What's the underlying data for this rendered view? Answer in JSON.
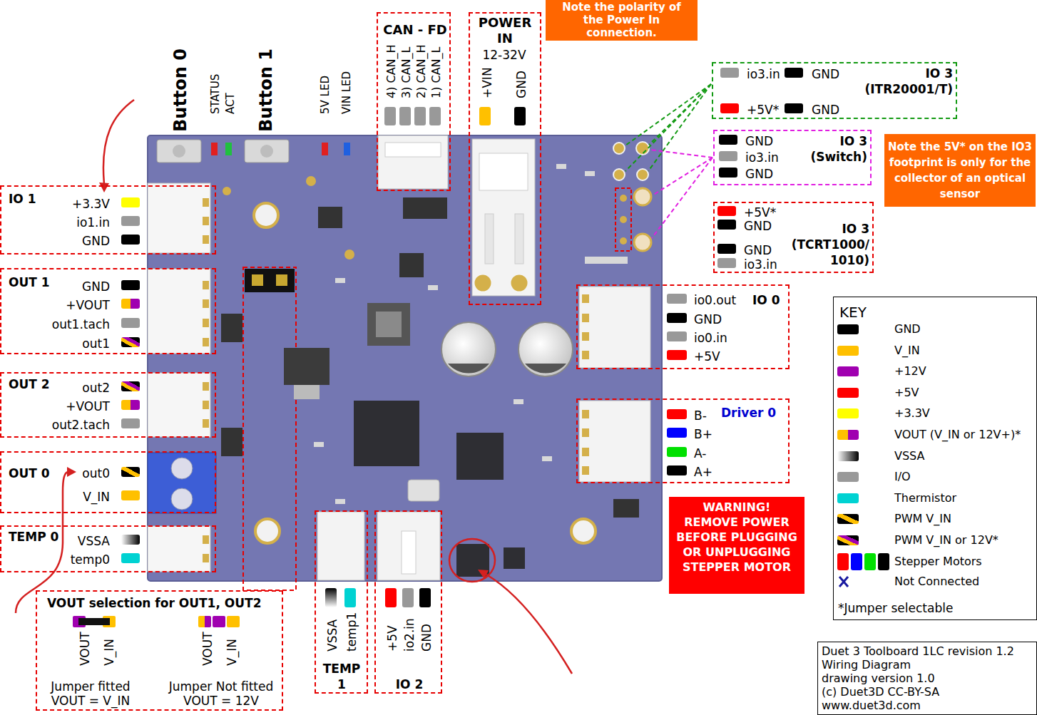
{
  "diagram": {
    "nodes": [
      {
        "text": [
          "Note the polarity of the Power In connection."
        ]
      },
      {
        "text": [
          "CAN - FD",
          "4) CAN_H",
          "3) CAN_L",
          "2) CAN_H",
          "1) CAN_L"
        ]
      },
      {
        "text": [
          "POWER IN",
          "12-32V",
          "+VIN",
          "GND"
        ]
      },
      {
        "text": [
          "IO 3 (ITR20001/T)",
          "io3.in",
          "GND",
          "+5V*",
          "GND"
        ]
      },
      {
        "text": [
          "IO 3 (Switch)",
          "GND",
          "io3.in",
          "GND"
        ]
      },
      {
        "text": [
          "Note the 5V* on the IO3 footprint is only for the collector of an optical sensor"
        ]
      },
      {
        "text": [
          "IO 3 (TCRT1000/ 1010)",
          "+5V*",
          "GND",
          "GND",
          "io3.in"
        ]
      },
      {
        "text": [
          "IO 1",
          "+3.3V",
          "io1.in",
          "GND"
        ]
      },
      {
        "text": [
          "OUT 1",
          "GND",
          "+VOUT",
          "out1.tach",
          "out1"
        ]
      },
      {
        "text": [
          "IO 0",
          "io0.out",
          "GND",
          "io0.in",
          "+5V"
        ]
      },
      {
        "text": [
          "OUT 2",
          "out2",
          "+VOUT",
          "out2.tach"
        ]
      },
      {
        "text": [
          "Driver 0",
          "B-",
          "B+",
          "A-",
          "A+"
        ]
      },
      {
        "text": [
          "KEY",
          "*Jumper selectable"
        ]
      },
      {
        "text": [
          "OUT 0",
          "out0",
          "V_IN"
        ]
      },
      {
        "text": [
          "WARNING! REMOVE POWER BEFORE PLUGGING OR UNPLUGGING STEPPER MOTOR"
        ]
      },
      {
        "text": [
          "TEMP 0",
          "VSSA",
          "temp0"
        ]
      },
      {
        "text": [
          "VSSA",
          "temp1",
          "TEMP 1"
        ]
      },
      {
        "text": [
          "+5V",
          "io2.in",
          "GND",
          "IO 2"
        ]
      },
      {
        "text": [
          "VOUT selection for OUT1, OUT2",
          "VOUT",
          "V_IN",
          "Jumper fitted VOUT = V_IN",
          "VOUT",
          "V_IN",
          "Jumper Not fitted VOUT = 12V"
        ]
      },
      {
        "text": [
          "Duet 3 Toolboard 1LC revision 1.2",
          "Wiring Diagram",
          "drawing version 1.0",
          "(c) Duet3D CC-BY-SA",
          "www.duet3d.com"
        ]
      }
    ],
    "labels": [
      "Button 0",
      "STATUS",
      "ACT",
      "Button 1",
      "5V LED",
      "VIN LED"
    ],
    "legend": [
      {
        "text": "GND",
        "color": "#000000"
      },
      {
        "text": "V_IN",
        "color": "#ffc000"
      },
      {
        "text": "+12V",
        "color": "#a000b0"
      },
      {
        "text": "+5V",
        "color": "#ff0000"
      },
      {
        "text": "+3.3V",
        "color": "#ffff00"
      },
      {
        "text": "VOUT (V_IN or 12V+)*"
      },
      {
        "text": "VSSA"
      },
      {
        "text": "I/O",
        "color": "#999999"
      },
      {
        "text": "Thermistor",
        "color": "#00d2d2"
      },
      {
        "text": "PWM V_IN"
      },
      {
        "text": "PWM V_IN or 12V*"
      },
      {
        "text": "Stepper Motors"
      },
      {
        "text": "Not Connected"
      }
    ]
  }
}
